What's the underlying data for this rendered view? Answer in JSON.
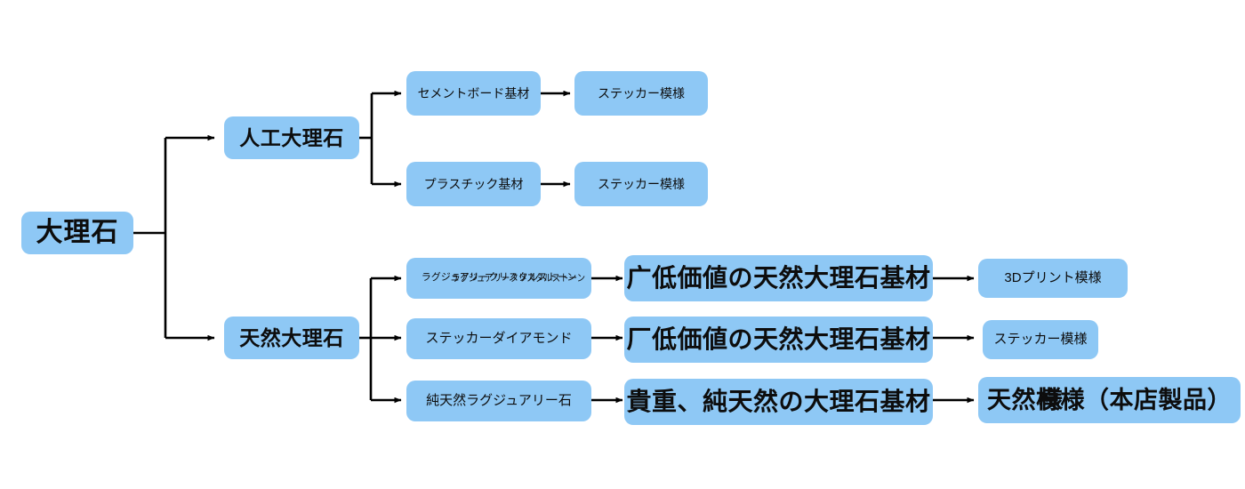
{
  "diagram": {
    "title": "大理石",
    "type": "tree-flowchart",
    "background_color": "#ffffff",
    "node_color": "#8ec8f5",
    "connector_color": "#000000",
    "text_color": "#0d0d0d"
  },
  "root": {
    "label": "大理石"
  },
  "branches": [
    {
      "id": "artificial",
      "label": "人工大理石",
      "rows": [
        {
          "id": "cement",
          "material": "セメントボード基材",
          "pattern": "ステッカー模様"
        },
        {
          "id": "plastic",
          "material": "プラスチック基材",
          "pattern": "ステッカー模様"
        }
      ]
    },
    {
      "id": "natural",
      "label": "天然大理石",
      "rows": [
        {
          "id": "luxury-crystal",
          "material": "ラグジュアリークリスタルストーン",
          "material_overlay": "ラグジュアリークリスタルストーン",
          "grade_prefix": "广",
          "grade": "低価値の天然大理石基材",
          "pattern": "3Dプリント模様"
        },
        {
          "id": "sticker-diamond",
          "material": "ステッカーダイアモンド",
          "grade_prefix": "厂",
          "grade": "低価値の天然大理石基材",
          "pattern": "ステッカー模様"
        },
        {
          "id": "pure-natural",
          "material": "純天然ラグジュアリー石",
          "grade_prefix": "",
          "grade": "貴重、純天然の大理石基材",
          "pattern": "天然模様（本店製品）",
          "pattern_overlay": "様"
        }
      ]
    }
  ]
}
